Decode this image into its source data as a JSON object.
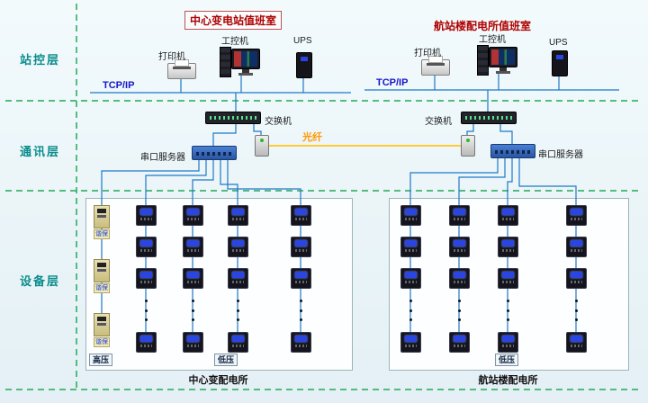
{
  "layers": {
    "station": "站控层",
    "comm": "通讯层",
    "device": "设备层"
  },
  "left_room": {
    "title": "中心变电站值班室",
    "printer": "打印机",
    "workstation": "工控机",
    "ups": "UPS",
    "tcpip": "TCP/IP",
    "switch": "交换机",
    "serial_server": "串口服务器"
  },
  "right_room": {
    "title": "航站楼配电所值班室",
    "printer": "打印机",
    "workstation": "工控机",
    "ups": "UPS",
    "tcpip": "TCP/IP",
    "switch": "交换机",
    "serial_server": "串口服务器"
  },
  "fiber_label": "光纤",
  "left_panel": {
    "hv": "高压",
    "lv": "低压",
    "protection_label": "谐保",
    "caption": "中心变配电所"
  },
  "right_panel": {
    "lv": "低压",
    "caption": "航站楼配电所"
  },
  "colors": {
    "line_blue": "#1e78c8",
    "dash_green": "#22aa55",
    "fiber_yellow": "#ffcc33",
    "title_red": "#b00000",
    "layer_teal": "#0a8c8c",
    "tcpip_blue": "#1515cc",
    "fiber_label_orange": "#ff9900"
  }
}
